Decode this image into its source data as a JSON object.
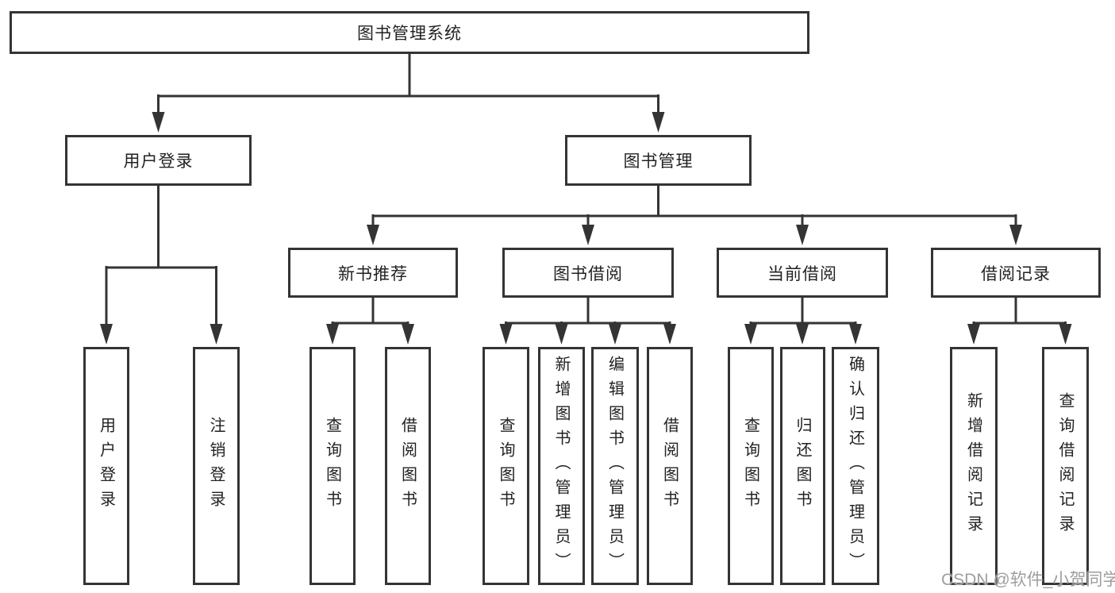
{
  "diagram": {
    "root": {
      "label": "图书管理系统"
    },
    "branches": [
      {
        "label": "用户登录",
        "children": [
          {
            "label": "用户登录"
          },
          {
            "label": "注销登录"
          }
        ]
      },
      {
        "label": "图书管理",
        "children": [
          {
            "label": "新书推荐",
            "children": [
              {
                "label": "查询图书"
              },
              {
                "label": "借阅图书"
              }
            ]
          },
          {
            "label": "图书借阅",
            "children": [
              {
                "label": "查询图书"
              },
              {
                "label": "新增图书（管理员）"
              },
              {
                "label": "编辑图书（管理员）"
              },
              {
                "label": "借阅图书"
              }
            ]
          },
          {
            "label": "当前借阅",
            "children": [
              {
                "label": "查询图书"
              },
              {
                "label": "归还图书"
              },
              {
                "label": "确认归还（管理员）"
              }
            ]
          },
          {
            "label": "借阅记录",
            "children": [
              {
                "label": "新增借阅记录"
              },
              {
                "label": "查询借阅记录"
              }
            ]
          }
        ]
      }
    ]
  },
  "colors": {
    "line": "#343434",
    "text": "#222222",
    "watermark": "#9e9e9e",
    "background": "#ffffff"
  },
  "watermark": "CSDN @软件_小贺同学"
}
